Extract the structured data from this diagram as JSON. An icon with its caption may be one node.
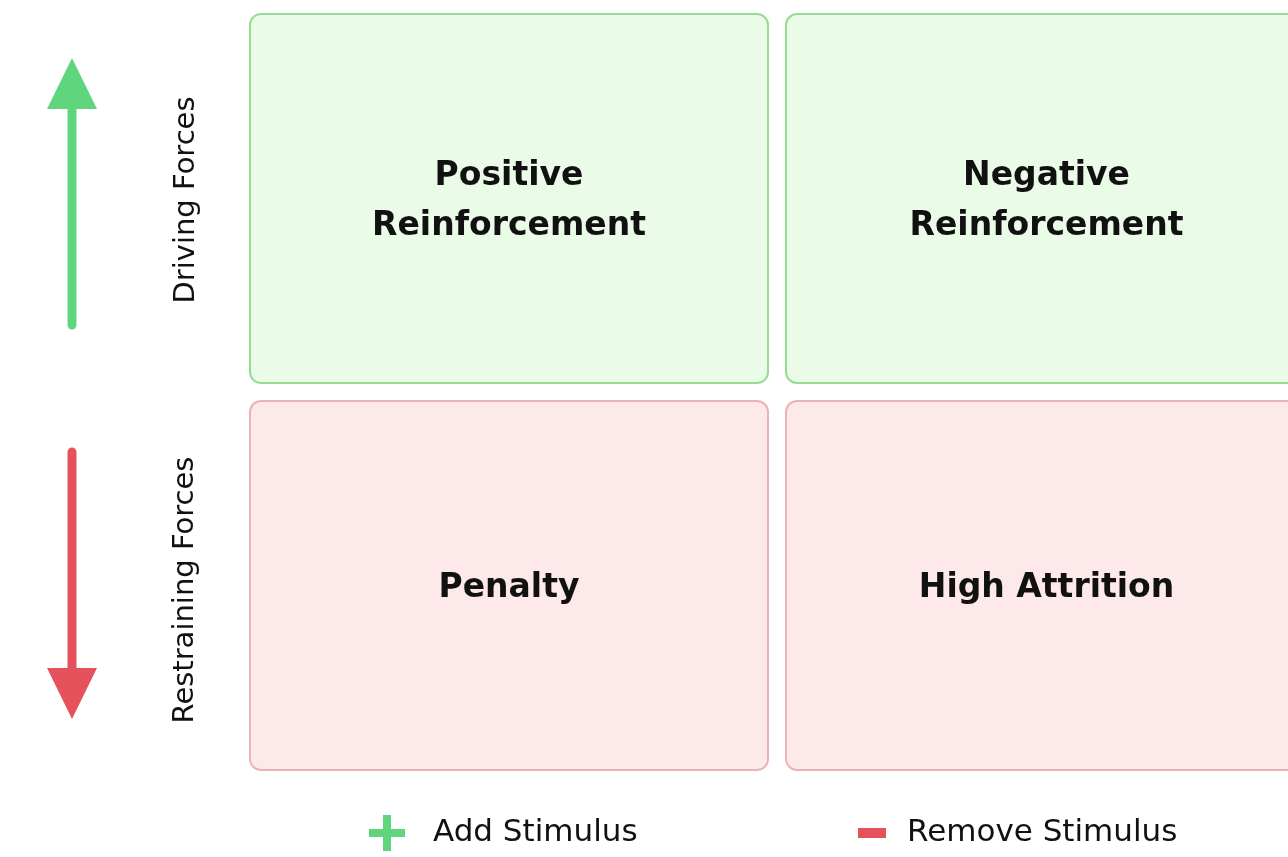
{
  "diagram": {
    "nodes": [
      {
        "text": [
          "Positive Reinforcement"
        ]
      },
      {
        "text": [
          "Negative Reinforcement"
        ]
      },
      {
        "text": [
          "Penalty"
        ]
      },
      {
        "text": [
          "High Attrition"
        ]
      }
    ],
    "labels": [
      "Driving Forces",
      "Restraining Forces",
      "Add Stimulus",
      "Remove Stimulus"
    ]
  }
}
